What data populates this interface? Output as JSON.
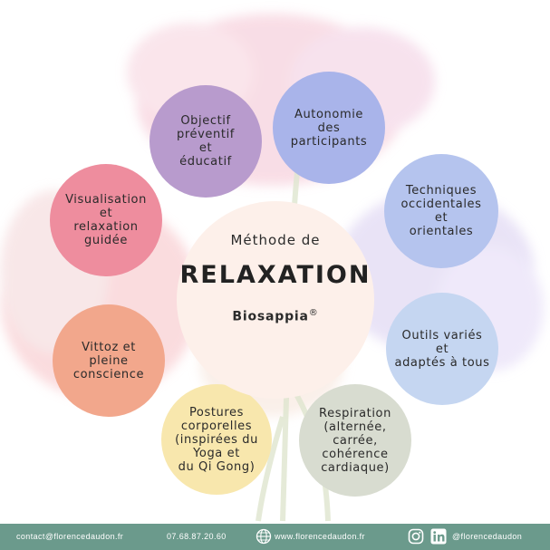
{
  "center": {
    "line1": "Méthode de",
    "line2": "RELAXATION",
    "line3": "Biosappia",
    "mark": "®"
  },
  "bubbles": [
    {
      "text": "Objectif\npréventif\net\néducatif",
      "color": "#b89bcd"
    },
    {
      "text": "Autonomie\ndes\nparticipants",
      "color": "#a9b4ea"
    },
    {
      "text": "Techniques\noccidentales\net\norientales",
      "color": "#b5c4ee"
    },
    {
      "text": "Outils variés\net\nadaptés à tous",
      "color": "#c5d6f1"
    },
    {
      "text": "Respiration\n(alternée,\ncarrée,\ncohérence\ncardiaque)",
      "color": "#d8dcd0"
    },
    {
      "text": "Postures\ncorporelles\n(inspirées du\nYoga et\ndu Qi Gong)",
      "color": "#f8e7ad"
    },
    {
      "text": "Vittoz et\npleine\nconscience",
      "color": "#f2a78c"
    },
    {
      "text": "Visualisation\net\nrelaxation\nguidée",
      "color": "#ee8d9e"
    }
  ],
  "footer": {
    "email": "contact@florencedaudon.fr",
    "phone": "07.68.87.20.60",
    "website": "www.florencedaudon.fr",
    "handle": "@florencedaudon",
    "icons": [
      "globe-icon",
      "instagram-icon",
      "linkedin-icon"
    ],
    "color": "#6b9a8c"
  }
}
